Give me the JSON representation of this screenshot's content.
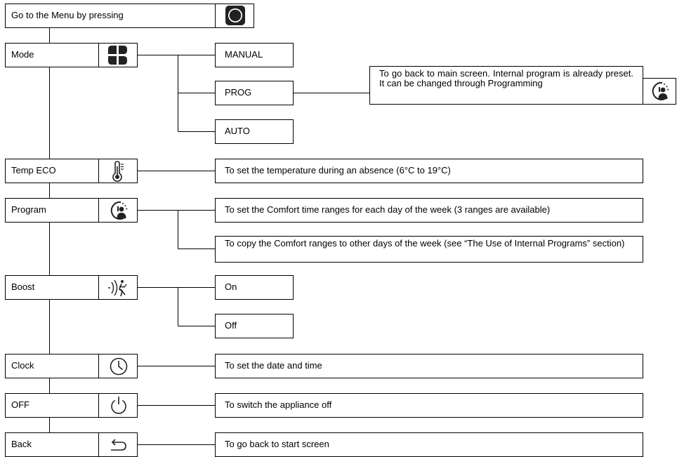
{
  "header": {
    "text": "Go to the Menu by pressing",
    "icon": "round-menu-button-icon"
  },
  "menu": [
    {
      "label": "Mode",
      "icon": "four-leaf-mode-icon",
      "options": [
        "MANUAL",
        "PROG",
        "AUTO"
      ],
      "note": "To go back to main screen. Internal program is already preset. It can be changed through Programming",
      "note_icon": "clock-person-program-icon"
    },
    {
      "label": "Temp ECO",
      "icon": "thermometer-icon",
      "descriptions": [
        "To set the temperature during an absence (6°C to 19°C)"
      ]
    },
    {
      "label": "Program",
      "icon": "clock-person-program-icon",
      "descriptions": [
        "To set the Comfort time ranges for each day of the week (3 ranges are available)",
        "To copy the Comfort ranges to other days of the week (see “The Use of Internal Programs” section)"
      ]
    },
    {
      "label": "Boost",
      "icon": "boost-heat-icon",
      "options": [
        "On",
        "Off"
      ]
    },
    {
      "label": "Clock",
      "icon": "clock-icon",
      "descriptions": [
        "To set the date and time"
      ]
    },
    {
      "label": "OFF",
      "icon": "power-icon",
      "descriptions": [
        "To switch the appliance off"
      ]
    },
    {
      "label": "Back",
      "icon": "back-arrow-icon",
      "descriptions": [
        "To go back to start screen"
      ]
    }
  ]
}
